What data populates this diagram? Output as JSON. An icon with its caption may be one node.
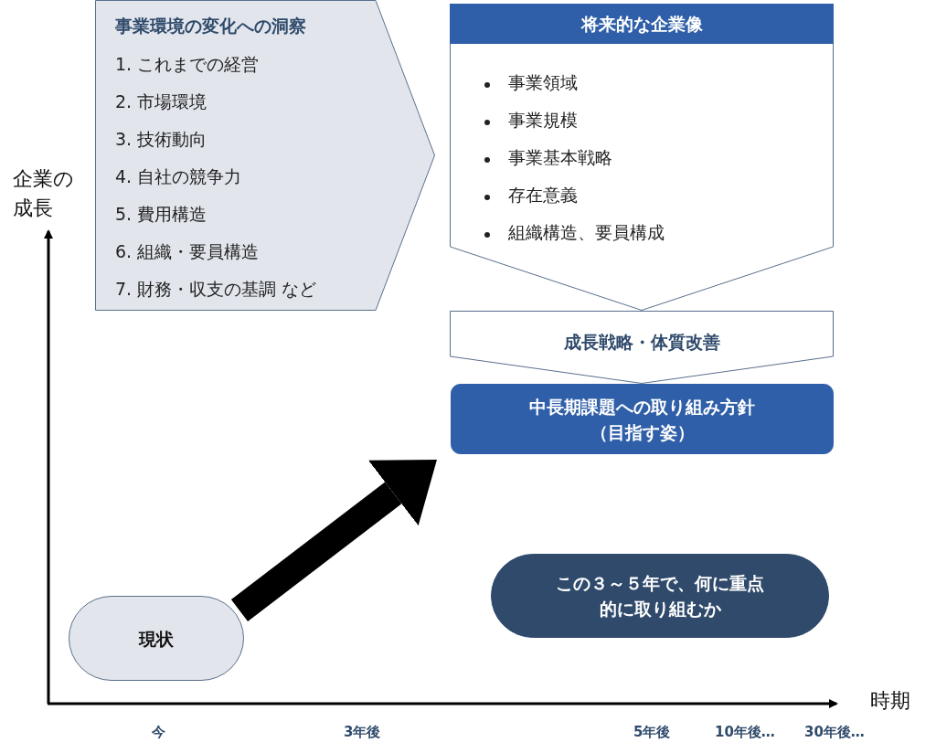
{
  "diagram": {
    "nodes": [
      {
        "text": [
          "事業環境の変化への洞察",
          "1. これまでの経営",
          "2. 市場環境",
          "3. 技術動向",
          "4. 自社の競争力",
          "5. 費用構造",
          "6. 組織・要員構造",
          "7. 財務・収支の基調 など"
        ]
      },
      {
        "text": [
          "将来的な企業像",
          "事業領域",
          "事業規模",
          "事業基本戦略",
          "存在意義",
          "組織構造、要員構成"
        ]
      },
      {
        "text": [
          "成長戦略・体質改善"
        ]
      },
      {
        "text": [
          "中長期課題への取り組み方針（目指す姿）"
        ]
      },
      {
        "text": [
          "現状"
        ]
      },
      {
        "text": [
          "この３～５年で、何に重点的に取り組むか"
        ]
      }
    ],
    "edges": [
      {
        "from": 4,
        "to": 3,
        "arrow": "to"
      }
    ],
    "labels": [
      "企業の成長",
      "時期",
      "今",
      "3年後",
      "5年後",
      "10年後…",
      "30年後…"
    ]
  }
}
